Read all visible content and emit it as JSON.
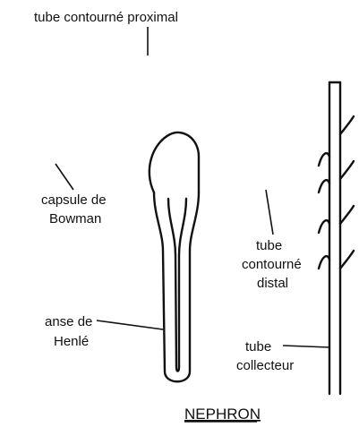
{
  "labels": {
    "proximal": "tube contourné proximal",
    "capsule_line1": "capsule de",
    "capsule_line2": "Bowman",
    "distal_line1": "tube",
    "distal_line2": "contourné",
    "distal_line3": "distal",
    "anse_line1": "anse de",
    "anse_line2": "Henlé",
    "collecteur_line1": "tube",
    "collecteur_line2": "collecteur",
    "title": "NEPHRON"
  },
  "colors": {
    "ink": "#111111",
    "background": "#ffffff"
  }
}
